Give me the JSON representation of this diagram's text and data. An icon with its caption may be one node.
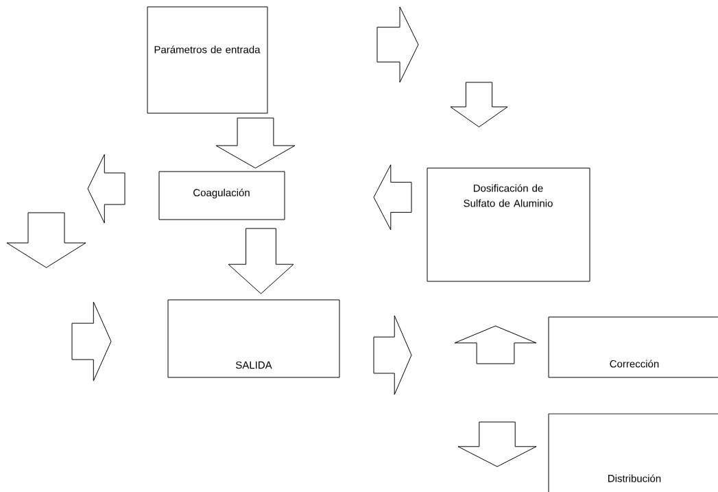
{
  "diagram": {
    "nodes": [
      {
        "text": [
          "Parámetros de entrada"
        ]
      },
      {
        "text": [
          "Coagulación"
        ]
      },
      {
        "text": [
          "SALIDA"
        ]
      },
      {
        "text": [
          "Dosificación de Sulfato de Aluminio"
        ]
      },
      {
        "text": [
          "Corrección"
        ]
      },
      {
        "text": [
          "Distribución"
        ]
      }
    ],
    "edges": [
      {
        "from": 0,
        "to": 1,
        "arrow": "to"
      },
      {
        "from": 3,
        "to": null,
        "arrow": "to"
      },
      {
        "from": 1,
        "to": 2,
        "arrow": "to"
      }
    ]
  }
}
